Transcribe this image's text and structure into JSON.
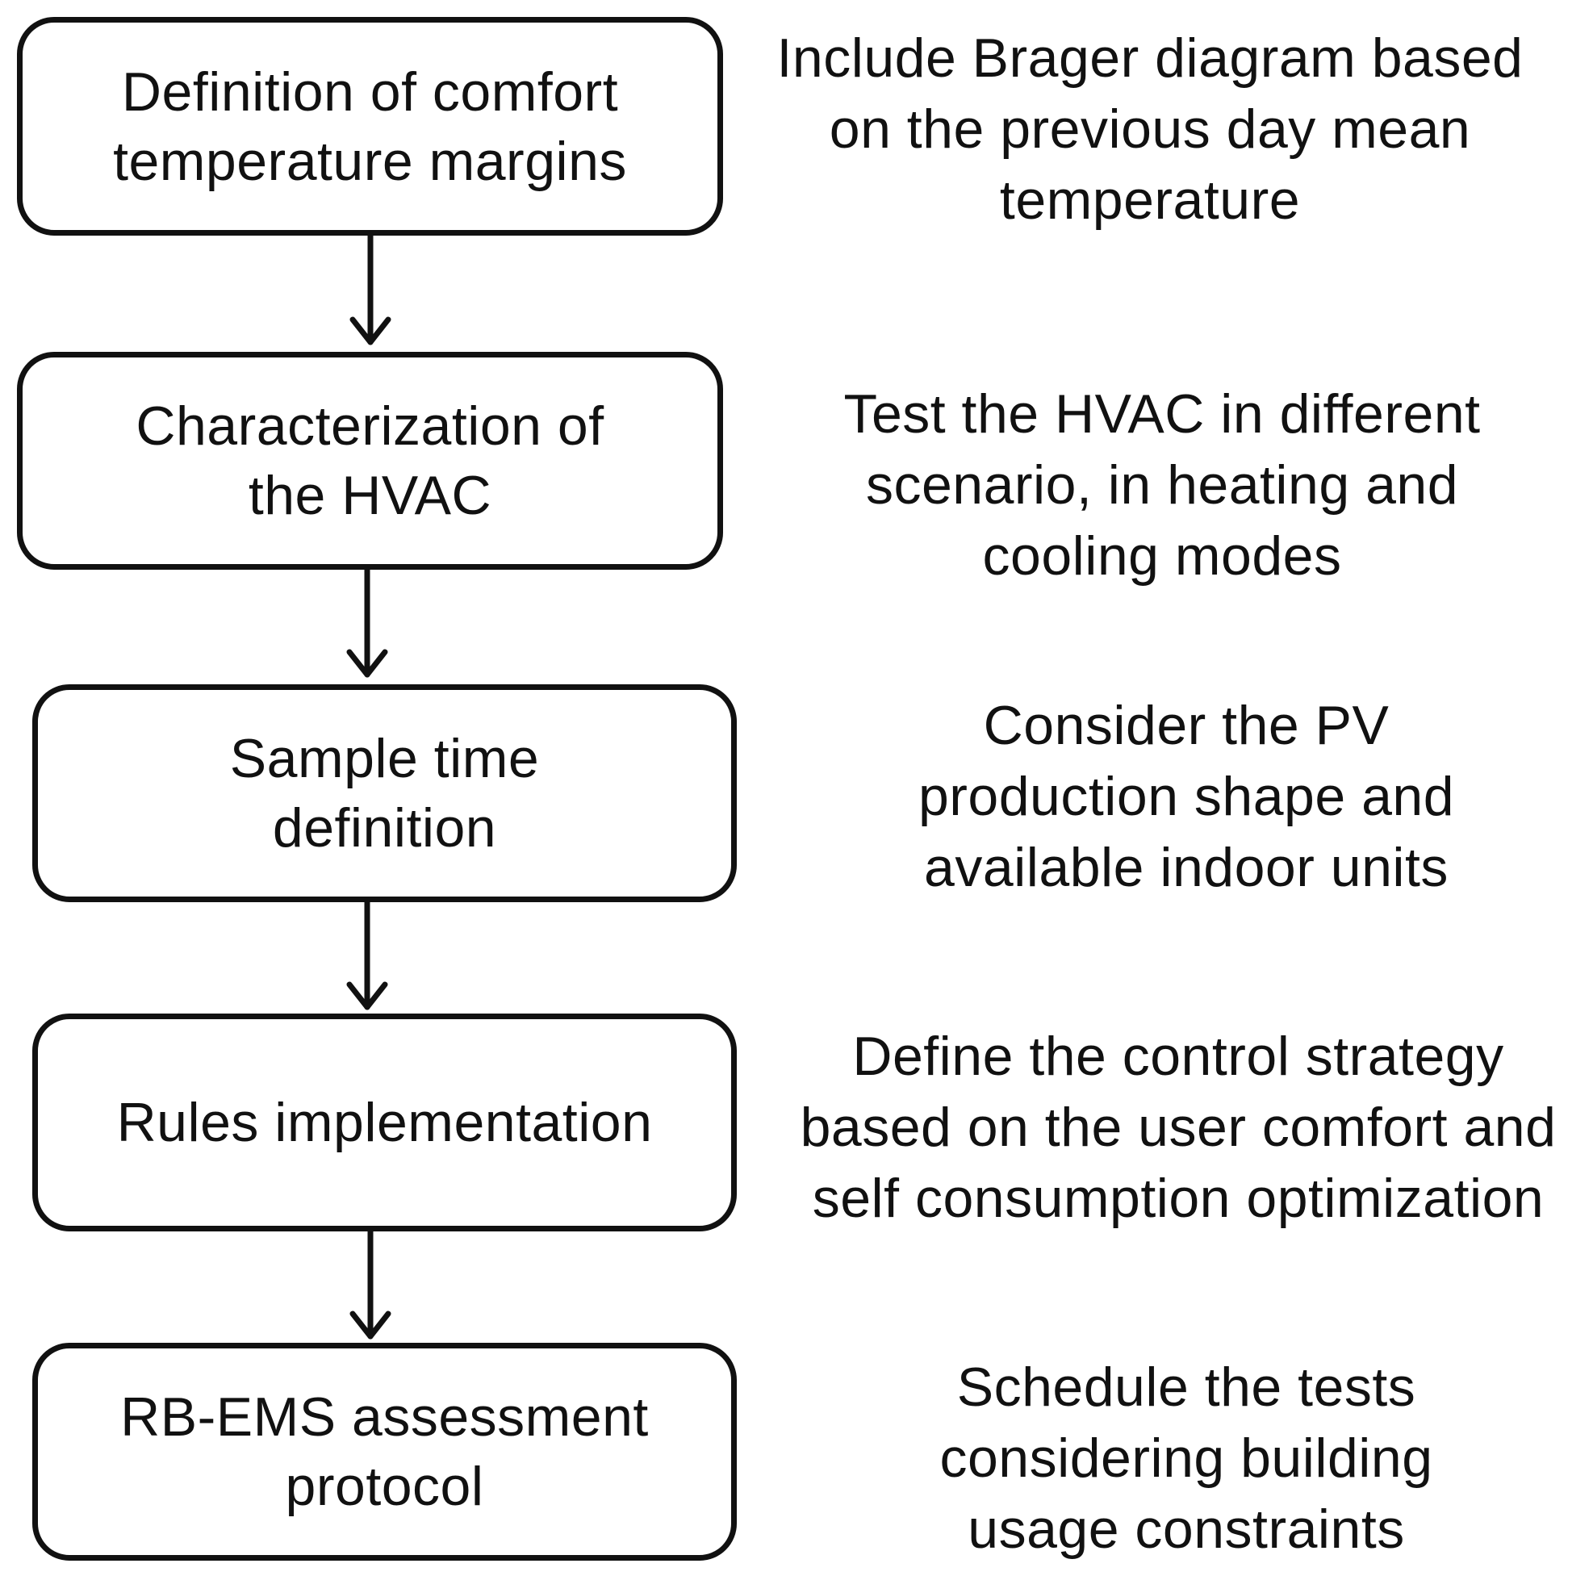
{
  "steps": [
    {
      "label": "Definition of comfort\ntemperature margins",
      "note": "Include Brager diagram based\non the previous day mean\ntemperature"
    },
    {
      "label": "Characterization of\nthe HVAC",
      "note": "Test the HVAC in different\nscenario, in heating and\ncooling modes"
    },
    {
      "label": "Sample time\ndefinition",
      "note": "Consider the PV\nproduction shape and\navailable indoor units"
    },
    {
      "label": "Rules implementation",
      "note": "Define the control strategy\nbased on the user comfort and\nself consumption optimization"
    },
    {
      "label": "RB-EMS assessment\nprotocol",
      "note": "Schedule the tests\nconsidering building\nusage constraints"
    }
  ]
}
